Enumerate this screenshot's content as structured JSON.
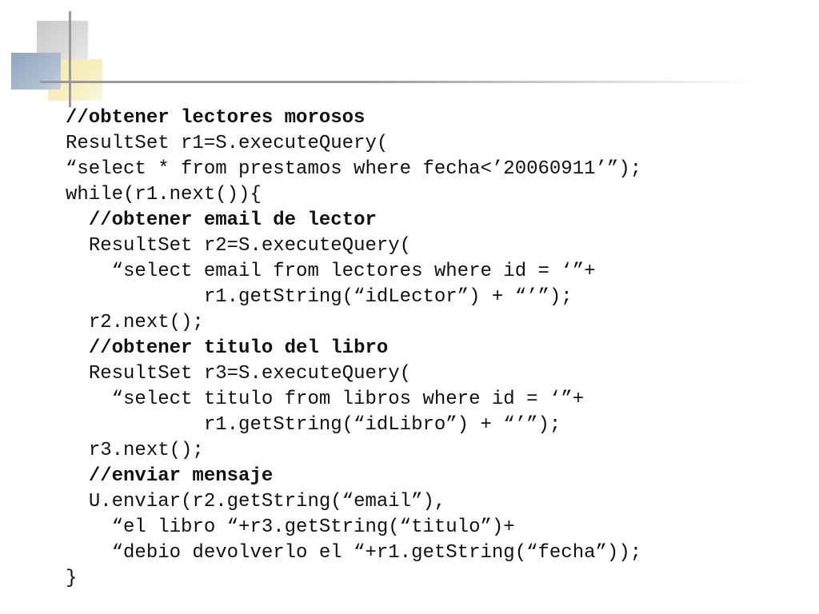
{
  "code_lines": [
    {
      "text": "//obtener lectores morosos",
      "indent": "",
      "bold": true
    },
    {
      "text": "ResultSet r1=S.executeQuery(",
      "indent": "",
      "bold": false
    },
    {
      "text": "“select * from prestamos where fecha<’20060911’”);",
      "indent": "",
      "bold": false
    },
    {
      "text": "while(r1.next()){",
      "indent": "",
      "bold": false
    },
    {
      "text": "//obtener email de lector",
      "indent": "  ",
      "bold": true
    },
    {
      "text": "ResultSet r2=S.executeQuery(",
      "indent": "  ",
      "bold": false
    },
    {
      "text": "“select email from lectores where id = ‘”+",
      "indent": "    ",
      "bold": false
    },
    {
      "text": "r1.getString(“idLector”) + “’”);",
      "indent": "            ",
      "bold": false
    },
    {
      "text": "r2.next();",
      "indent": "  ",
      "bold": false
    },
    {
      "text": "//obtener titulo del libro",
      "indent": "  ",
      "bold": true
    },
    {
      "text": "ResultSet r3=S.executeQuery(",
      "indent": "  ",
      "bold": false
    },
    {
      "text": "“select titulo from libros where id = ‘”+",
      "indent": "    ",
      "bold": false
    },
    {
      "text": "r1.getString(“idLibro”) + “’”);",
      "indent": "            ",
      "bold": false
    },
    {
      "text": "r3.next();",
      "indent": "  ",
      "bold": false
    },
    {
      "text": "//enviar mensaje",
      "indent": "  ",
      "bold": true
    },
    {
      "text": "U.enviar(r2.getString(“email”),",
      "indent": "  ",
      "bold": false
    },
    {
      "text": "“el libro “+r3.getString(“titulo”)+",
      "indent": "    ",
      "bold": false
    },
    {
      "text": "“debio devolverlo el “+r1.getString(“fecha”));",
      "indent": "    ",
      "bold": false
    },
    {
      "text": "}",
      "indent": "",
      "bold": false
    }
  ]
}
